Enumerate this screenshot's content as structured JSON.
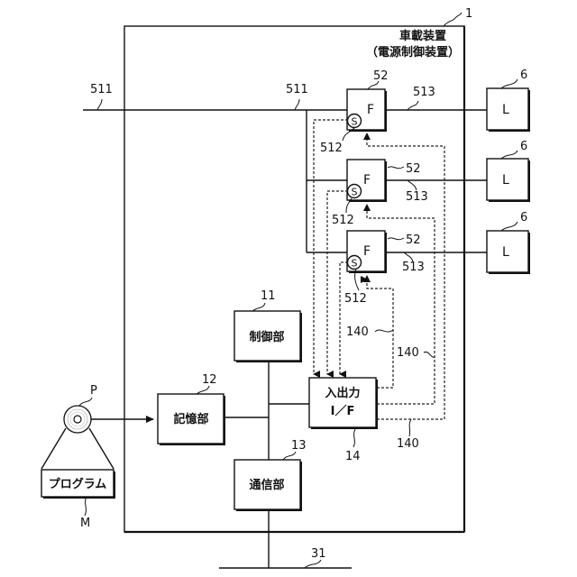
{
  "device": {
    "ref": "1",
    "title_line1": "車載装置",
    "title_line2": "（電源制御装置）"
  },
  "power_line": {
    "ref_outer": "511",
    "ref_inner": "511"
  },
  "fuses": [
    {
      "ref": "52",
      "label": "F",
      "switch_label": "S",
      "switch_ref": "512",
      "out_ref": "513"
    },
    {
      "ref": "52",
      "label": "F",
      "switch_label": "S",
      "switch_ref": "512",
      "out_ref": "513"
    },
    {
      "ref": "52",
      "label": "F",
      "switch_label": "S",
      "switch_ref": "512",
      "out_ref": "513"
    }
  ],
  "loads": [
    {
      "ref": "6",
      "label": "L"
    },
    {
      "ref": "6",
      "label": "L"
    },
    {
      "ref": "6",
      "label": "L"
    }
  ],
  "control_unit": {
    "ref": "11",
    "label": "制御部"
  },
  "storage_unit": {
    "ref": "12",
    "label": "記憶部"
  },
  "comm_unit": {
    "ref": "13",
    "label": "通信部"
  },
  "io_if": {
    "ref": "14",
    "label_line1": "入出力",
    "label_line2": "I／F"
  },
  "signal_lines": {
    "ref_a": "140",
    "ref_b": "140",
    "ref_c": "140"
  },
  "media": {
    "disc_ref": "P",
    "program_label": "プログラム",
    "program_ref": "M"
  },
  "bus": {
    "ref": "31"
  }
}
